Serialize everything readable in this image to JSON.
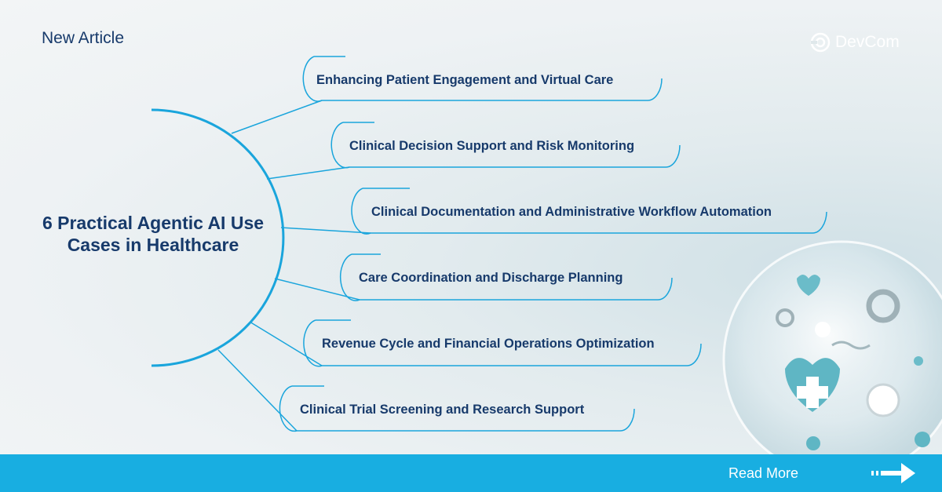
{
  "header": {
    "label": "New Article"
  },
  "brand": {
    "name": "DevCom",
    "icon": "devcom-logo-icon"
  },
  "main": {
    "title": "6 Practical Agentic AI Use Cases in Healthcare",
    "items": [
      {
        "label": "Enhancing Patient Engagement and Virtual Care"
      },
      {
        "label": "Clinical Decision Support and Risk Monitoring"
      },
      {
        "label": "Clinical Documentation and Administrative Workflow Automation"
      },
      {
        "label": "Care Coordination and Discharge Planning"
      },
      {
        "label": "Revenue Cycle and Financial Operations Optimization"
      },
      {
        "label": "Clinical Trial Screening and Research Support"
      }
    ]
  },
  "footer": {
    "cta": "Read More",
    "icon": "arrow-right-icon"
  },
  "colors": {
    "accent": "#18aee1",
    "text": "#173a6b",
    "line": "#1aa5dc"
  }
}
